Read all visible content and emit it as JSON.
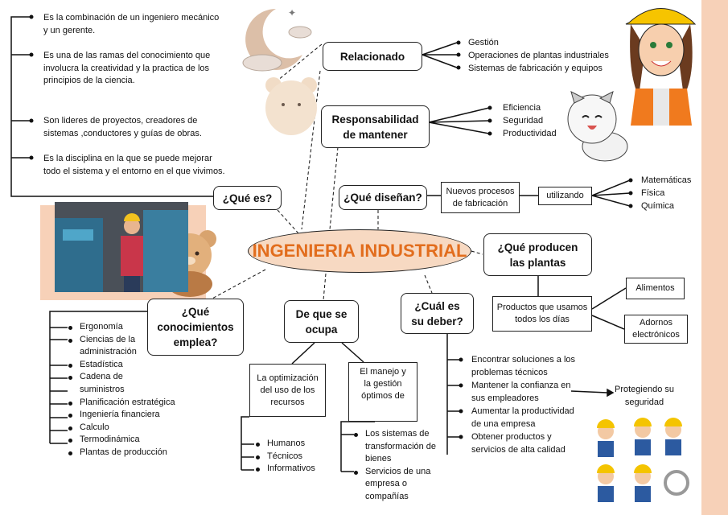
{
  "colors": {
    "accent": "#e26d1d",
    "title_fill": "#f7d9c2",
    "peach": "#f7d1b8"
  },
  "center": {
    "title": "INGENIERIA INDUSTRIAL"
  },
  "que_es": {
    "label": "¿Qué es?",
    "items": [
      "Es la combinación de un ingeniero mecánico y un gerente.",
      "Es una de las ramas del conocimiento que involucra la creatividad y la practica de los principios de la ciencia.",
      "Son lideres de proyectos, creadores de sistemas ,conductores y guías de obras.",
      "Es la disciplina en la que se puede mejorar todo el sistema y el entorno en el que vivimos."
    ]
  },
  "relacionado": {
    "label": "Relacionado",
    "items": [
      "Gestión",
      "Operaciones de plantas industriales",
      "Sistemas de fabricación y equipos"
    ]
  },
  "responsabilidad": {
    "label": "Responsabilidad de mantener",
    "items": [
      "Eficiencia",
      "Seguridad",
      "Productividad"
    ]
  },
  "disenan": {
    "label": "¿Qué diseñan?",
    "nuevos": "Nuevos procesos de fabricación",
    "utilizando": "utilizando",
    "items": [
      "Matemáticas",
      "Física",
      "Química"
    ]
  },
  "producen": {
    "label": "¿Qué producen las plantas",
    "productos": "Productos que usamos todos los días",
    "alimentos": "Alimentos",
    "adornos": "Adornos electrónicos"
  },
  "conocimientos": {
    "label": "¿Qué conocimientos emplea?",
    "items": [
      "Ergonomía",
      "Ciencias de la administración",
      "Estadística",
      "Cadena de suministros",
      "Planificación estratégica",
      "Ingeniería financiera",
      "Calculo",
      "Termodinámica",
      "Plantas de producción"
    ]
  },
  "ocupa": {
    "label": "De que se ocupa",
    "optimizacion": "La optimización del uso de los recursos",
    "recursos": [
      "Humanos",
      "Técnicos",
      "Informativos"
    ],
    "manejo": "El manejo y la gestión óptimos de",
    "manejo_items": [
      "Los sistemas de transformación de bienes",
      "Servicios de una empresa o compañías"
    ]
  },
  "deber": {
    "label": "¿Cuál es su deber?",
    "items": [
      "Encontrar soluciones a los problemas técnicos",
      "Mantener la confianza en sus empleadores",
      "Aumentar la productividad de una empresa",
      "Obtener productos y servicios de alta calidad"
    ],
    "protegiendo": "Protegiendo su seguridad"
  },
  "illustrations": [
    "moon-clouds-icon",
    "teddy-bear-icon",
    "engineer-woman-icon",
    "smiling-cat-icon",
    "factory-worker-photo",
    "engineers-group-icon"
  ]
}
